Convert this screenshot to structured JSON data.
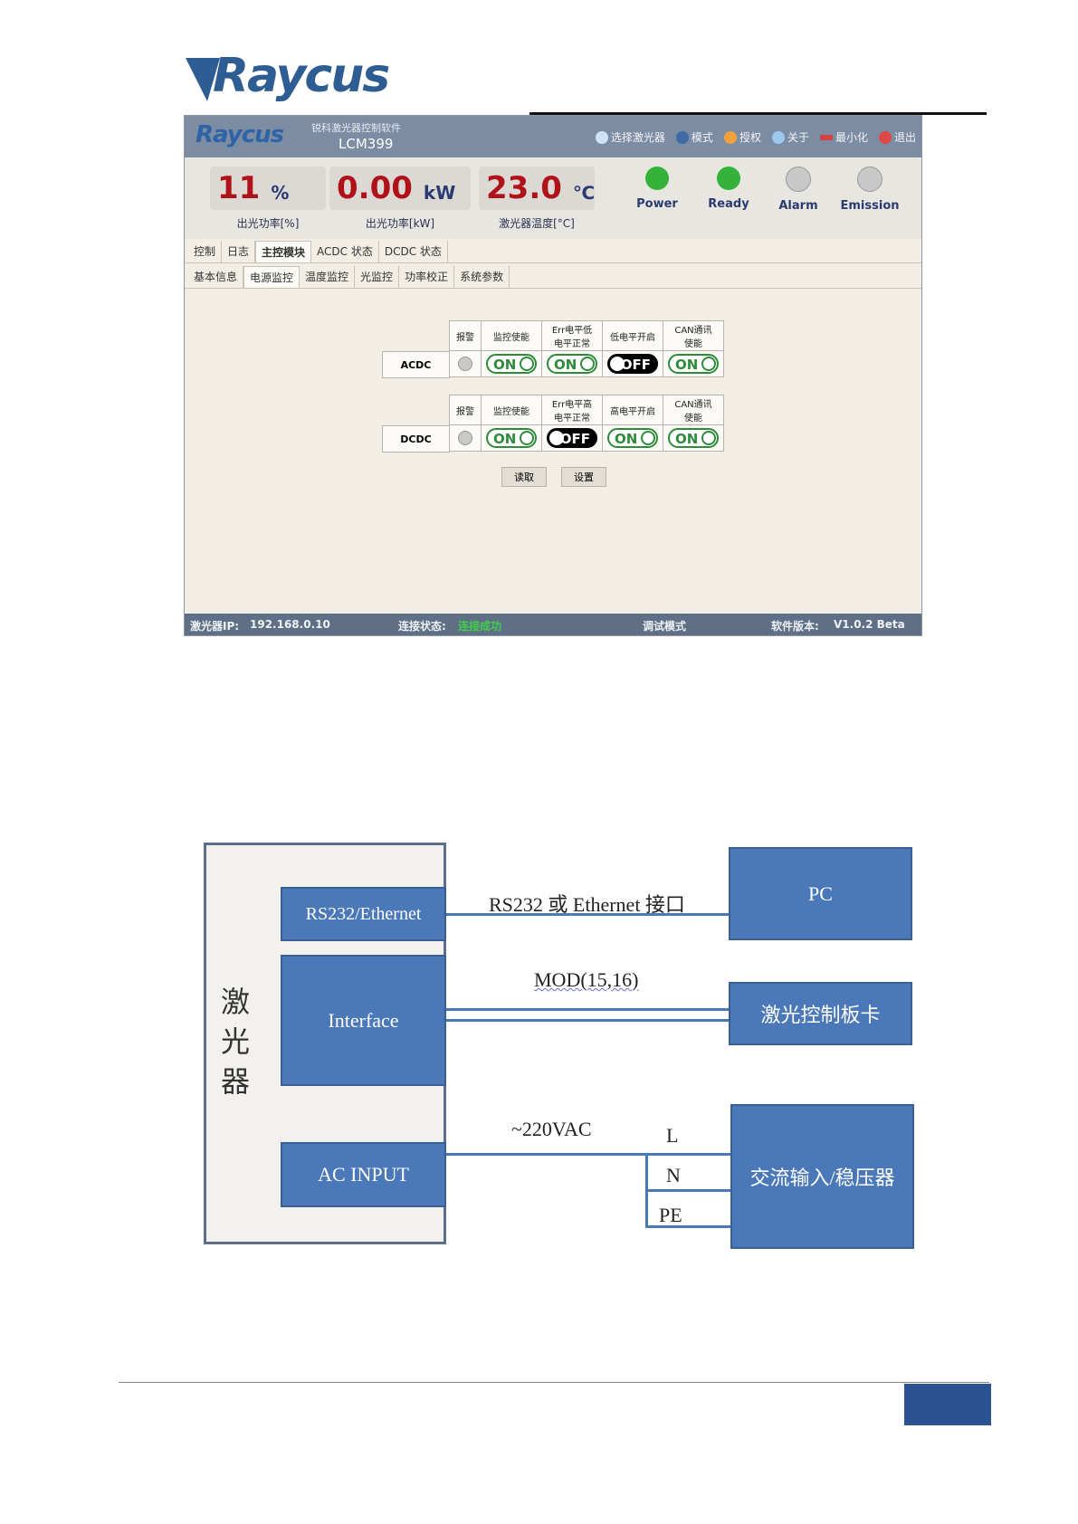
{
  "logo": {
    "text": "Raycus"
  },
  "software": {
    "title_logo": "Raycus",
    "subtitle": "锐科激光器控制软件",
    "model": "LCM399",
    "menu": [
      {
        "icon": "bulb-icon",
        "label": "选择激光器",
        "color": "#cfe3f7"
      },
      {
        "icon": "mode-icon",
        "label": "模式",
        "color": "#3f6aa8"
      },
      {
        "icon": "authorize-icon",
        "label": "授权",
        "color": "#f0a13a"
      },
      {
        "icon": "info-icon",
        "label": "关于",
        "color": "#9cc8ee"
      },
      {
        "icon": "minimize-icon",
        "label": "最小化",
        "color": "#d94040"
      },
      {
        "icon": "exit-icon",
        "label": "退出",
        "color": "#e04848"
      }
    ],
    "metrics": [
      {
        "value": "11",
        "unit": "%",
        "caption": "出光功率[%]"
      },
      {
        "value": "0.00",
        "unit": "kW",
        "caption": "出光功率[kW]"
      },
      {
        "value": "23.0",
        "unit": "℃",
        "caption": "激光器温度[°C]"
      }
    ],
    "lamps": [
      {
        "label": "Power",
        "color": "#35b23a"
      },
      {
        "label": "Ready",
        "color": "#35b23a"
      },
      {
        "label": "Alarm",
        "color": "#c8c8c8"
      },
      {
        "label": "Emission",
        "color": "#c8c8c8"
      }
    ],
    "tabs_main": [
      "控制",
      "日志",
      "主控模块",
      "ACDC 状态",
      "DCDC 状态"
    ],
    "tabs_sub": [
      "基本信息",
      "电源监控",
      "温度监控",
      "光监控",
      "功率校正",
      "系统参数"
    ],
    "acdc": {
      "label": "ACDC",
      "headers": [
        "报警",
        "监控使能",
        "Err电平低\n电平正常",
        "低电平开启",
        "CAN通讯\n使能"
      ],
      "switches": [
        "ON",
        "ON",
        "OFF",
        "ON"
      ]
    },
    "dcdc": {
      "label": "DCDC",
      "headers": [
        "报警",
        "监控使能",
        "Err电平高\n电平正常",
        "高电平开启",
        "CAN通讯\n使能"
      ],
      "switches": [
        "ON",
        "OFF",
        "ON",
        "ON"
      ]
    },
    "buttons": {
      "read": "读取",
      "set": "设置"
    },
    "statusbar": {
      "ip_label": "激光器IP:",
      "ip_value": "192.168.0.10",
      "conn_label": "连接状态:",
      "conn_value": "连接成功",
      "mode": "调试模式",
      "version_label": "软件版本:",
      "version_value": "V1.0.2 Beta"
    }
  },
  "diagram": {
    "laser_label": "激光器",
    "rs232_box": "RS232/Ethernet",
    "interface_box": "Interface",
    "ac_input_box": "AC INPUT",
    "pc_box": "PC",
    "controller_box": "激光控制板卡",
    "power_box": "交流输入/稳压器",
    "rs232_link": "RS232 或 Ethernet 接口",
    "mod_link": "MOD(15,16)",
    "ac_link": "~220VAC",
    "L": "L",
    "N": "N",
    "PE": "PE"
  }
}
